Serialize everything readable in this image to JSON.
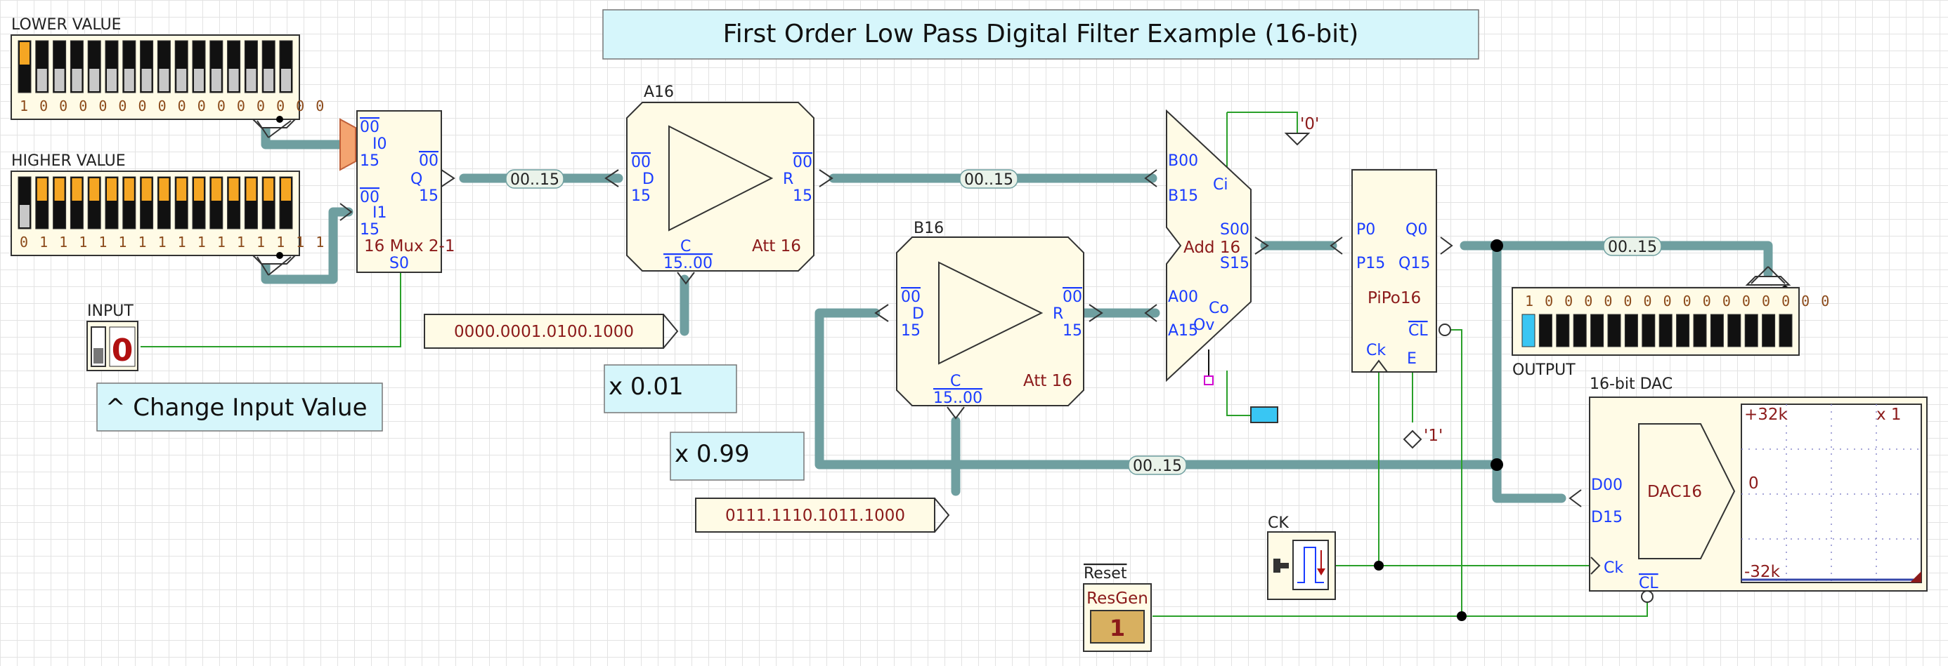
{
  "title": "First Order Low Pass Digital Filter Example (16-bit)",
  "labels": {
    "lower_value": "LOWER VALUE",
    "higher_value": "HIGHER VALUE",
    "input": "INPUT",
    "output": "OUTPUT",
    "a16": "A16",
    "b16": "B16",
    "ck": "CK",
    "reset": "Reset",
    "dac_title": "16-bit DAC"
  },
  "notes": {
    "change_input": "^ Change Input Value",
    "x001": "x 0.01",
    "x099": "x 0.99"
  },
  "lower_bits": "1 0 0 0 0 0 0 0 0 0 0 0 0 0 0 0",
  "higher_bits": "0 1 1 1 1 1 1 1 1 1 1 1 1 1 1 1",
  "output_bits": "1 0 0 0 0 0 0 0 0 0 0 0 0 0 0 0",
  "constants": {
    "a16": "0000.0001.0100.1000",
    "b16": "0111.1110.1011.1000"
  },
  "bus_labels": {
    "mux_a16": "00..15",
    "a16_add": "00..15",
    "pipo_out": "00..15",
    "feedback": "00..15"
  },
  "mux": {
    "i0_top": "00",
    "i0": "I0",
    "i0_bot": "15",
    "i1_top": "00",
    "i1": "I1",
    "i1_bot": "15",
    "q_top": "00",
    "q": "Q",
    "q_bot": "15",
    "name": "16 Mux 2-1",
    "s0": "S0"
  },
  "att_a": {
    "d_top": "00",
    "d": "D",
    "d_bot": "15",
    "r_top": "00",
    "r": "R",
    "r_bot": "15",
    "c": "C",
    "c_range": "15..00",
    "name": "Att 16"
  },
  "att_b": {
    "d_top": "00",
    "d": "D",
    "d_bot": "15",
    "r_top": "00",
    "r": "R",
    "r_bot": "15",
    "c": "C",
    "c_range": "15..00",
    "name": "Att 16"
  },
  "adder": {
    "b_top": "B00",
    "b_bot": "B15",
    "a_top": "A00",
    "a_bot": "A15",
    "ci": "Ci",
    "s_top": "S00",
    "s_bot": "S15",
    "co": "Co",
    "ov": "Ov",
    "name": "Add 16",
    "zero": "'0'"
  },
  "pipo": {
    "p_top": "P0",
    "p_bot": "P15",
    "q_top": "Q0",
    "q_bot": "Q15",
    "name": "PiPo16",
    "ck": "Ck",
    "e": "E",
    "cl": "CL",
    "one": "'1'"
  },
  "dac": {
    "d_top": "D00",
    "d_bot": "D15",
    "name": "DAC16",
    "ck": "Ck",
    "cl": "CL",
    "max": "+32k",
    "mid": "0",
    "min": "-32k",
    "scale": "x 1"
  },
  "input_value": "0",
  "resgen": {
    "name": "ResGen",
    "value": "1"
  },
  "colors": {
    "bus": "#6f9fa0",
    "wire": "#2aa02a",
    "component_fill": "#fffbe6",
    "banner_fill": "#d6f6fb",
    "switch_on": "#f5a623",
    "led_on": "#39c6f3",
    "pin_text": "#1a3cff",
    "name_text": "#8b1a1a"
  }
}
